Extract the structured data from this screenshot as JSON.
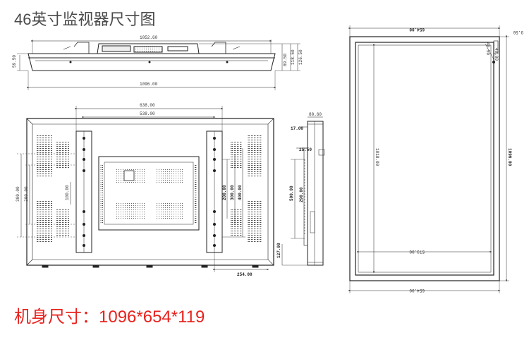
{
  "title": "46英寸监视器尺寸图",
  "spec": "机身尺寸：1096*654*119",
  "colors": {
    "spec_text": "#e8221d",
    "title_text": "#4a4a4a",
    "line": "#222222"
  },
  "top_view": {
    "overall_width": "1096.00",
    "inner_width": "1052.60",
    "height_left": "59.50",
    "depth_a": "69.50",
    "depth_b": "118.50",
    "depth_c": "126.50"
  },
  "front_view": {
    "mount_outer": "638.00",
    "mount_inner": "538.00",
    "left_h1": "300.00",
    "left_h2": "200.00",
    "left_h3": "100.00",
    "right_v1": "200.00",
    "right_v2": "300.00",
    "right_v3": "400.00",
    "bottom_offset": "254.00"
  },
  "side_view": {
    "top_depth": "80.60",
    "top_gap": "17.00",
    "step": "25.50",
    "side_a": "500.00",
    "side_b": "290.00",
    "bottom": "127.00"
  },
  "right_view": {
    "width_top": "654.00",
    "width_bottom": "654.00",
    "inner_width": "573.00",
    "height_outer": "1096.00",
    "height_inner": "1018.00",
    "corner_a": "9.50",
    "corner_b": "40.50",
    "corner_c": "40.00"
  }
}
